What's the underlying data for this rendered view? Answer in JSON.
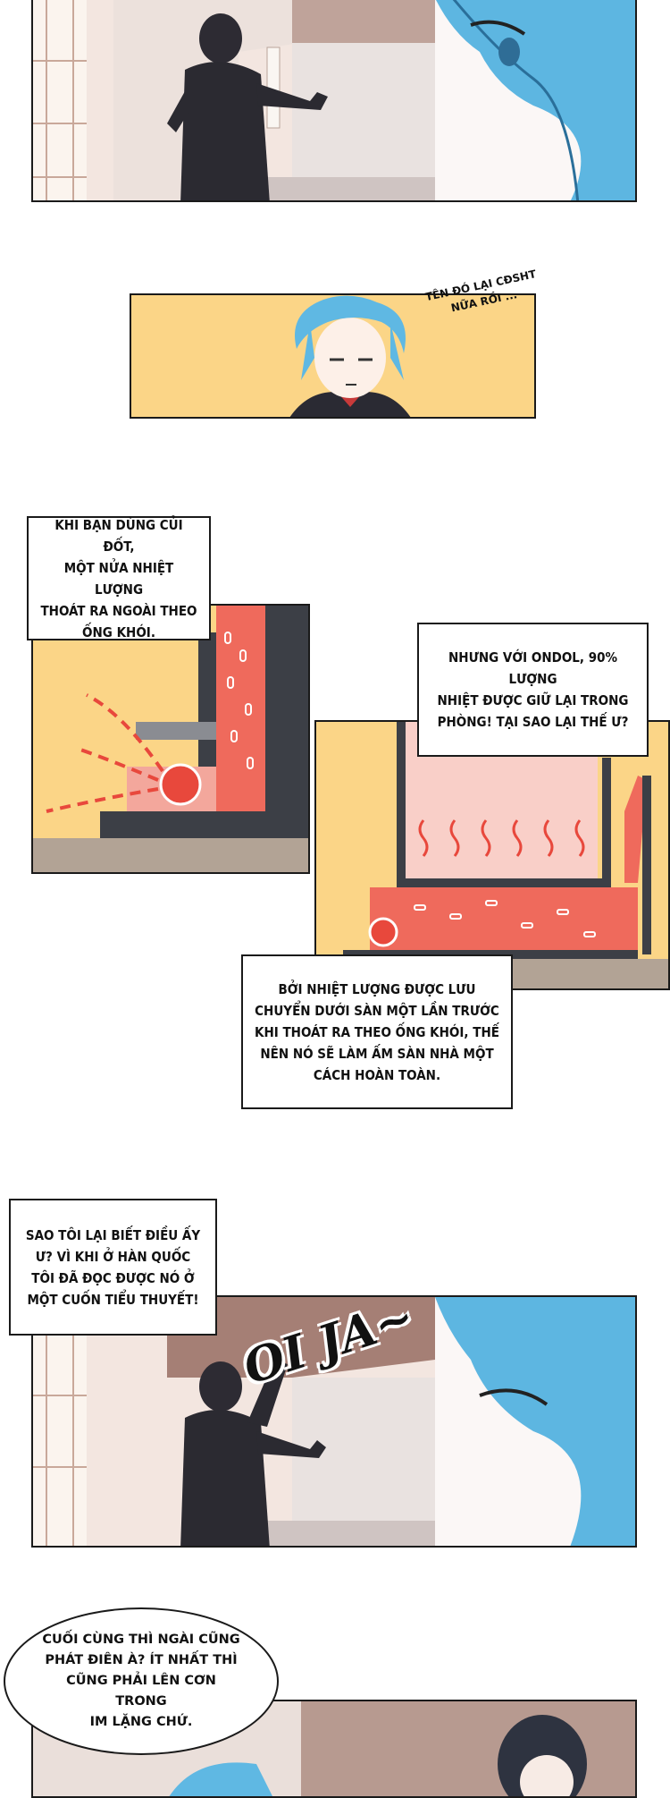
{
  "boxes": {
    "box1": "KHI BẠN DÙNG CỦI ĐỐT,\nMỘT NỬA NHIỆT LƯỢNG\nTHOÁT RA NGOÀI THEO\nỐNG KHÓI.",
    "box2": "NHƯNG VỚI ONDOL, 90% LƯỢNG\nNHIỆT ĐƯỢC GIỮ LẠI TRONG\nPHÒNG! TẠI SAO LẠI THẾ Ư?",
    "box3": "BỞI NHIỆT LƯỢNG ĐƯỢC LƯU\nCHUYỂN DƯỚI SÀN MỘT LẦN TRƯỚC\nKHI THOÁT RA THEO ỐNG KHÓI, THẾ\nNÊN NÓ SẼ LÀM ẤM SÀN NHÀ MỘT\nCÁCH HOÀN TOÀN.",
    "box4": "SAO TÔI LẠI BIẾT ĐIỀU ẤY\nƯ? VÌ KHI Ở HÀN QUỐC\nTÔI ĐÃ ĐỌC ĐƯỢC NÓ Ở\nMỘT CUỐN TIỂU THUYẾT!"
  },
  "sfx": {
    "small": "TÊN ĐÓ LẠI CĐSHT\nNỮA RỒI ...",
    "big": "OI JA~"
  },
  "bubbles": {
    "b1": "CUỐI CÙNG THÌ NGÀI CŨNG\nPHÁT ĐIÊN À? ÍT NHẤT THÌ\nCŨNG PHẢI LÊN CƠN TRONG\nIM LẶNG CHỨ."
  },
  "colors": {
    "warm": "#fbd587",
    "heat": "#e8483c",
    "wall": "#3a3d44"
  }
}
